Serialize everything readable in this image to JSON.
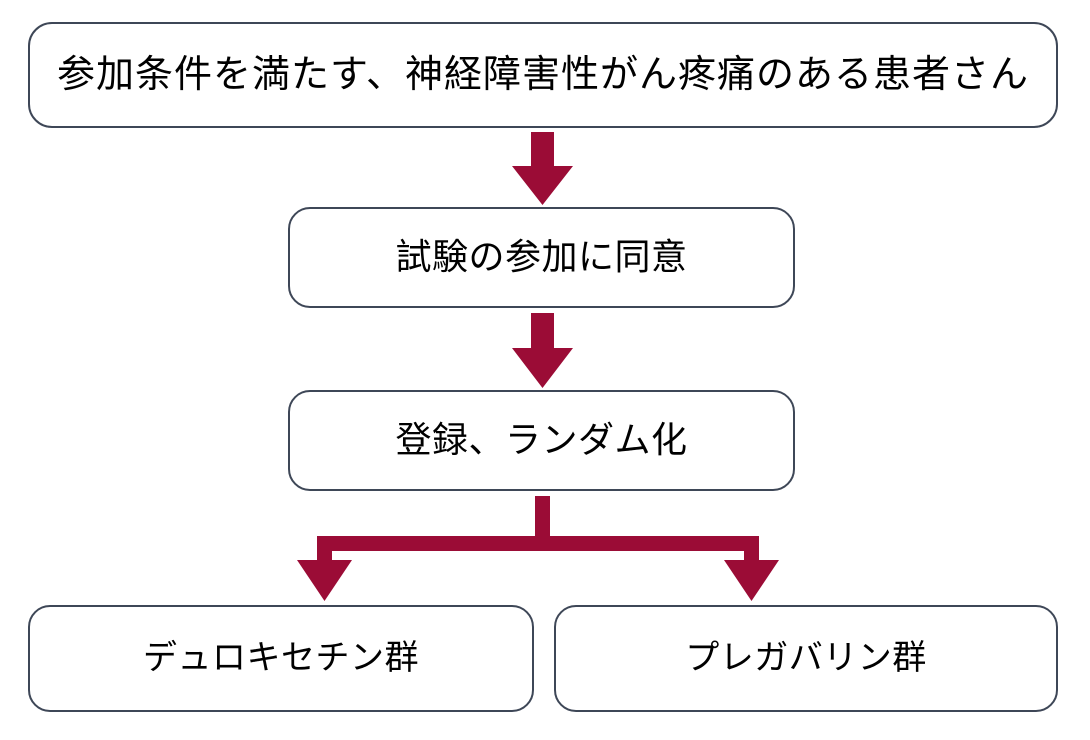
{
  "diagram": {
    "title": "",
    "type": "flowchart",
    "orientation": "top-to-bottom",
    "background_color": "#ffffff",
    "node_border_color": "#3e4757",
    "node_fill_color": "#ffffff",
    "node_text_color": "#000000",
    "arrow_color": "#9b0c36",
    "nodes": [
      {
        "id": "eligible",
        "label": "参加条件を満たす、神経障害性がん疼痛のある患者さん",
        "shape": "rounded-rectangle",
        "level": 1
      },
      {
        "id": "consent",
        "label": "試験の参加に同意",
        "shape": "rounded-rectangle",
        "level": 2
      },
      {
        "id": "randomize",
        "label": "登録、ランダム化",
        "shape": "rounded-rectangle",
        "level": 3
      },
      {
        "id": "arm-left",
        "label": "デュロキセチン群",
        "shape": "rounded-rectangle",
        "level": 4
      },
      {
        "id": "arm-right",
        "label": "プレガバリン群",
        "shape": "rounded-rectangle",
        "level": 4
      }
    ],
    "edges": [
      {
        "id": "edge-eligible-consent",
        "from": "eligible",
        "to": "consent",
        "style": "straight-down-arrow",
        "label": ""
      },
      {
        "id": "edge-consent-randomize",
        "from": "consent",
        "to": "randomize",
        "style": "straight-down-arrow",
        "label": ""
      },
      {
        "id": "edge-randomize-left",
        "from": "randomize",
        "to": "arm-left",
        "style": "split-down-arrow",
        "label": ""
      },
      {
        "id": "edge-randomize-right",
        "from": "randomize",
        "to": "arm-right",
        "style": "split-down-arrow",
        "label": ""
      }
    ]
  }
}
